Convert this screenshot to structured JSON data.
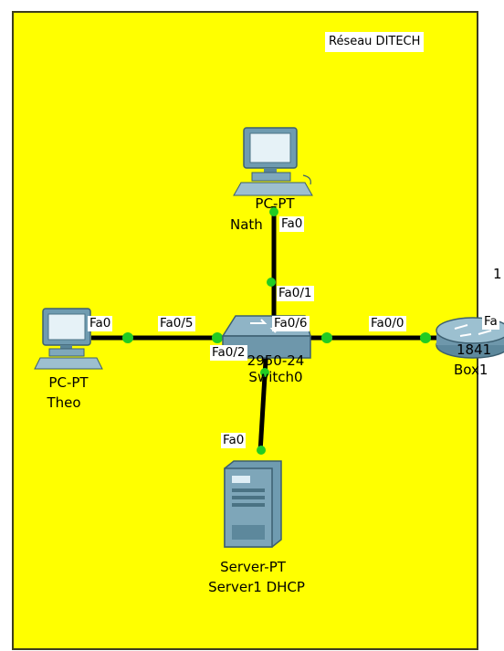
{
  "network": {
    "zone_label": "Réseau DITECH",
    "devices": {
      "pc_nath": {
        "type_label": "PC-PT",
        "name": "Nath",
        "icon": "pc-icon"
      },
      "pc_theo": {
        "type_label": "PC-PT",
        "name": "Theo",
        "icon": "pc-icon"
      },
      "switch0": {
        "type_label": "2950-24",
        "name": "Switch0",
        "icon": "switch-icon"
      },
      "router": {
        "type_label": "1841",
        "name": "Box1",
        "icon": "router-icon"
      },
      "server": {
        "type_label": "Server-PT",
        "name": "Server1 DHCP",
        "icon": "server-icon"
      }
    },
    "ports": {
      "nath_fa0": "Fa0",
      "sw_fa01": "Fa0/1",
      "theo_fa0": "Fa0",
      "sw_fa05": "Fa0/5",
      "sw_fa06": "Fa0/6",
      "router_fa00": "Fa0/0",
      "router_fa": "Fa",
      "sw_fa02": "Fa0/2",
      "server_fa0": "Fa0"
    },
    "offcanvas_text": "1"
  },
  "colors": {
    "zone_fill": "#ffff00",
    "link": "#000000",
    "link_endpoint": "#22cc22"
  }
}
